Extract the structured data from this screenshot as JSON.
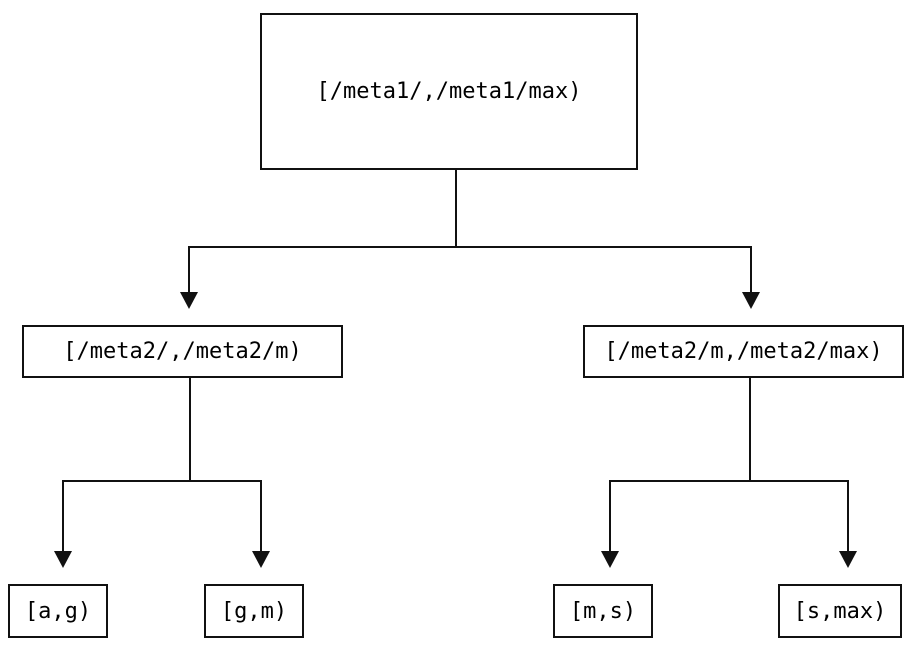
{
  "diagram": {
    "type": "tree",
    "description": "Key-range partition tree",
    "colors": {
      "background": "#ffffff",
      "line": "#111111",
      "text": "#000000"
    },
    "nodes": {
      "root": {
        "id": "root",
        "label": "[/meta1/,/meta1/max)"
      },
      "left": {
        "id": "left",
        "label": "[/meta2/,/meta2/m)"
      },
      "right": {
        "id": "right",
        "label": "[/meta2/m,/meta2/max)"
      },
      "leaf_ag": {
        "id": "leaf_ag",
        "label": "[a,g)"
      },
      "leaf_gm": {
        "id": "leaf_gm",
        "label": "[g,m)"
      },
      "leaf_ms": {
        "id": "leaf_ms",
        "label": "[m,s)"
      },
      "leaf_smax": {
        "id": "leaf_smax",
        "label": "[s,max)"
      }
    },
    "edges": [
      {
        "from": "root",
        "to": "left"
      },
      {
        "from": "root",
        "to": "right"
      },
      {
        "from": "left",
        "to": "leaf_ag"
      },
      {
        "from": "left",
        "to": "leaf_gm"
      },
      {
        "from": "right",
        "to": "leaf_ms"
      },
      {
        "from": "right",
        "to": "leaf_smax"
      }
    ]
  }
}
